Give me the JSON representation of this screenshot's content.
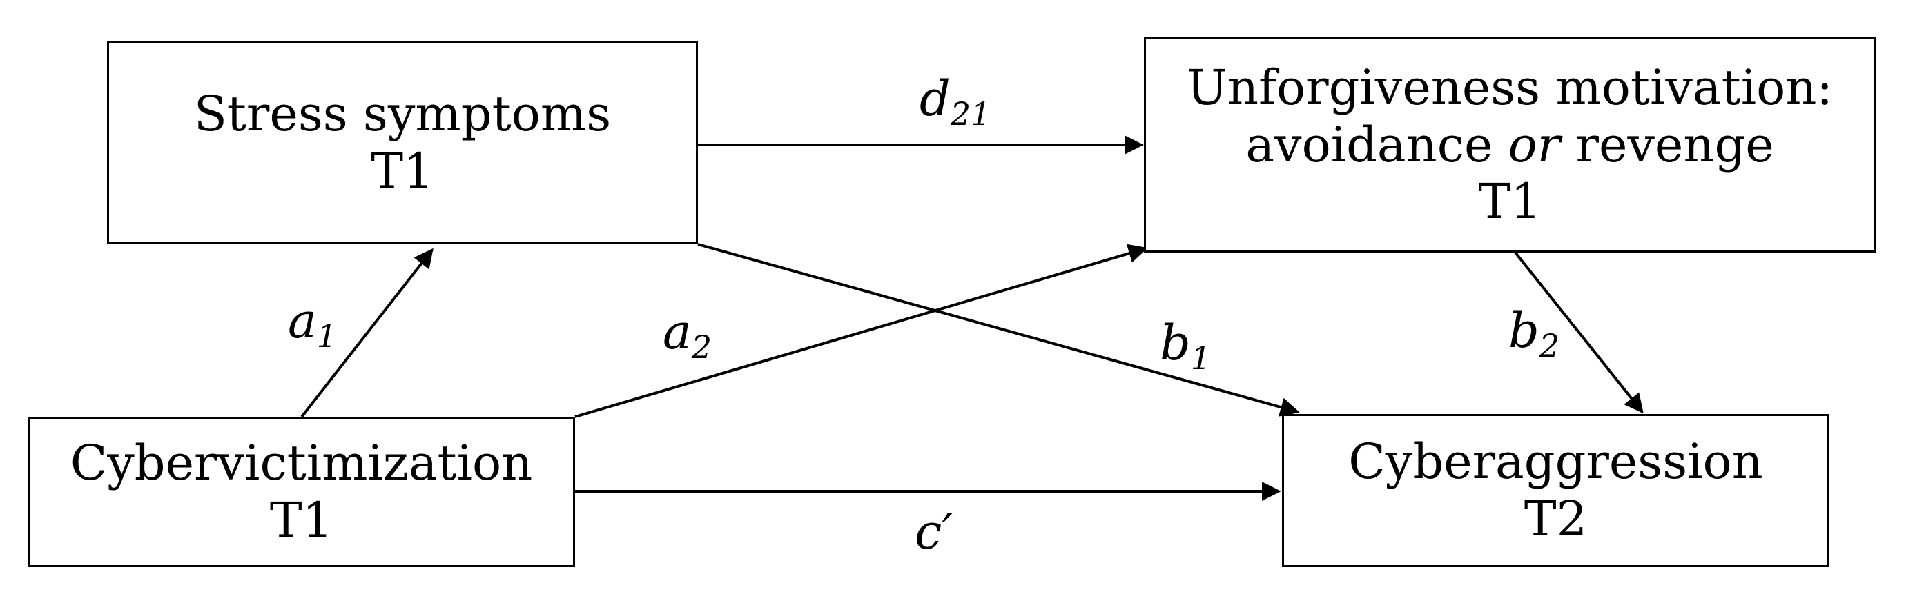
{
  "boxes": {
    "stress": {
      "line1": "Stress symptoms",
      "line2": "T1"
    },
    "unforgiveness": {
      "line1": "Unforgiveness motivation:",
      "line2_pre": "avoidance ",
      "line2_italic": "or",
      "line2_post": " revenge",
      "line3": "T1"
    },
    "cybervictimization": {
      "line1": "Cybervictimization",
      "line2": "T1"
    },
    "cyberaggression": {
      "line1": "Cyberaggression",
      "line2": "T2"
    }
  },
  "paths": {
    "d21": {
      "base": "d",
      "sub": "21"
    },
    "a1": {
      "base": "a",
      "sub": "1"
    },
    "a2": {
      "base": "a",
      "sub": "2"
    },
    "b1": {
      "base": "b",
      "sub": "1"
    },
    "b2": {
      "base": "b",
      "sub": "2"
    },
    "c_prime": {
      "base": "c′"
    }
  },
  "colors": {
    "stroke": "#000000",
    "background": "#ffffff"
  }
}
